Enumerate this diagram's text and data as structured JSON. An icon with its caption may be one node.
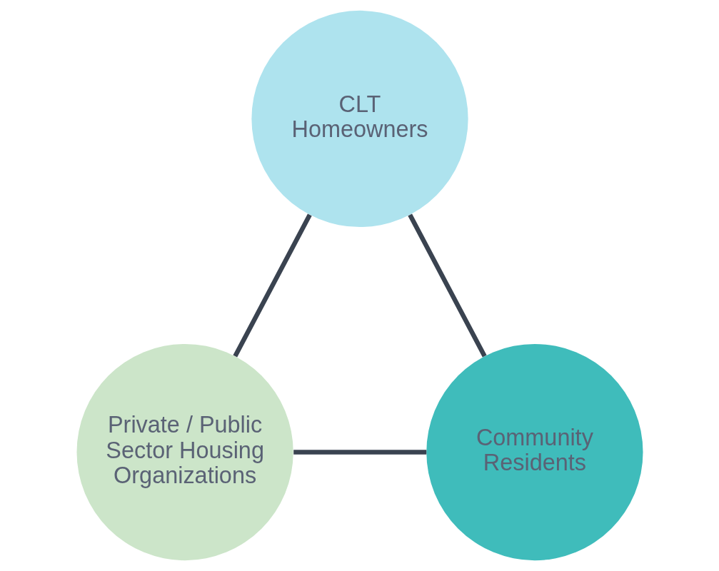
{
  "diagram": {
    "nodes": [
      {
        "text": [
          "CLT Homeowners"
        ]
      },
      {
        "text": [
          "Private / Public Sector Housing Organizations"
        ]
      },
      {
        "text": [
          "Community Residents"
        ]
      }
    ],
    "edges": [
      {
        "from": 0,
        "to": 1,
        "arrow": "none"
      },
      {
        "from": 0,
        "to": 2,
        "arrow": "none"
      },
      {
        "from": 1,
        "to": 2,
        "arrow": "none"
      }
    ]
  }
}
